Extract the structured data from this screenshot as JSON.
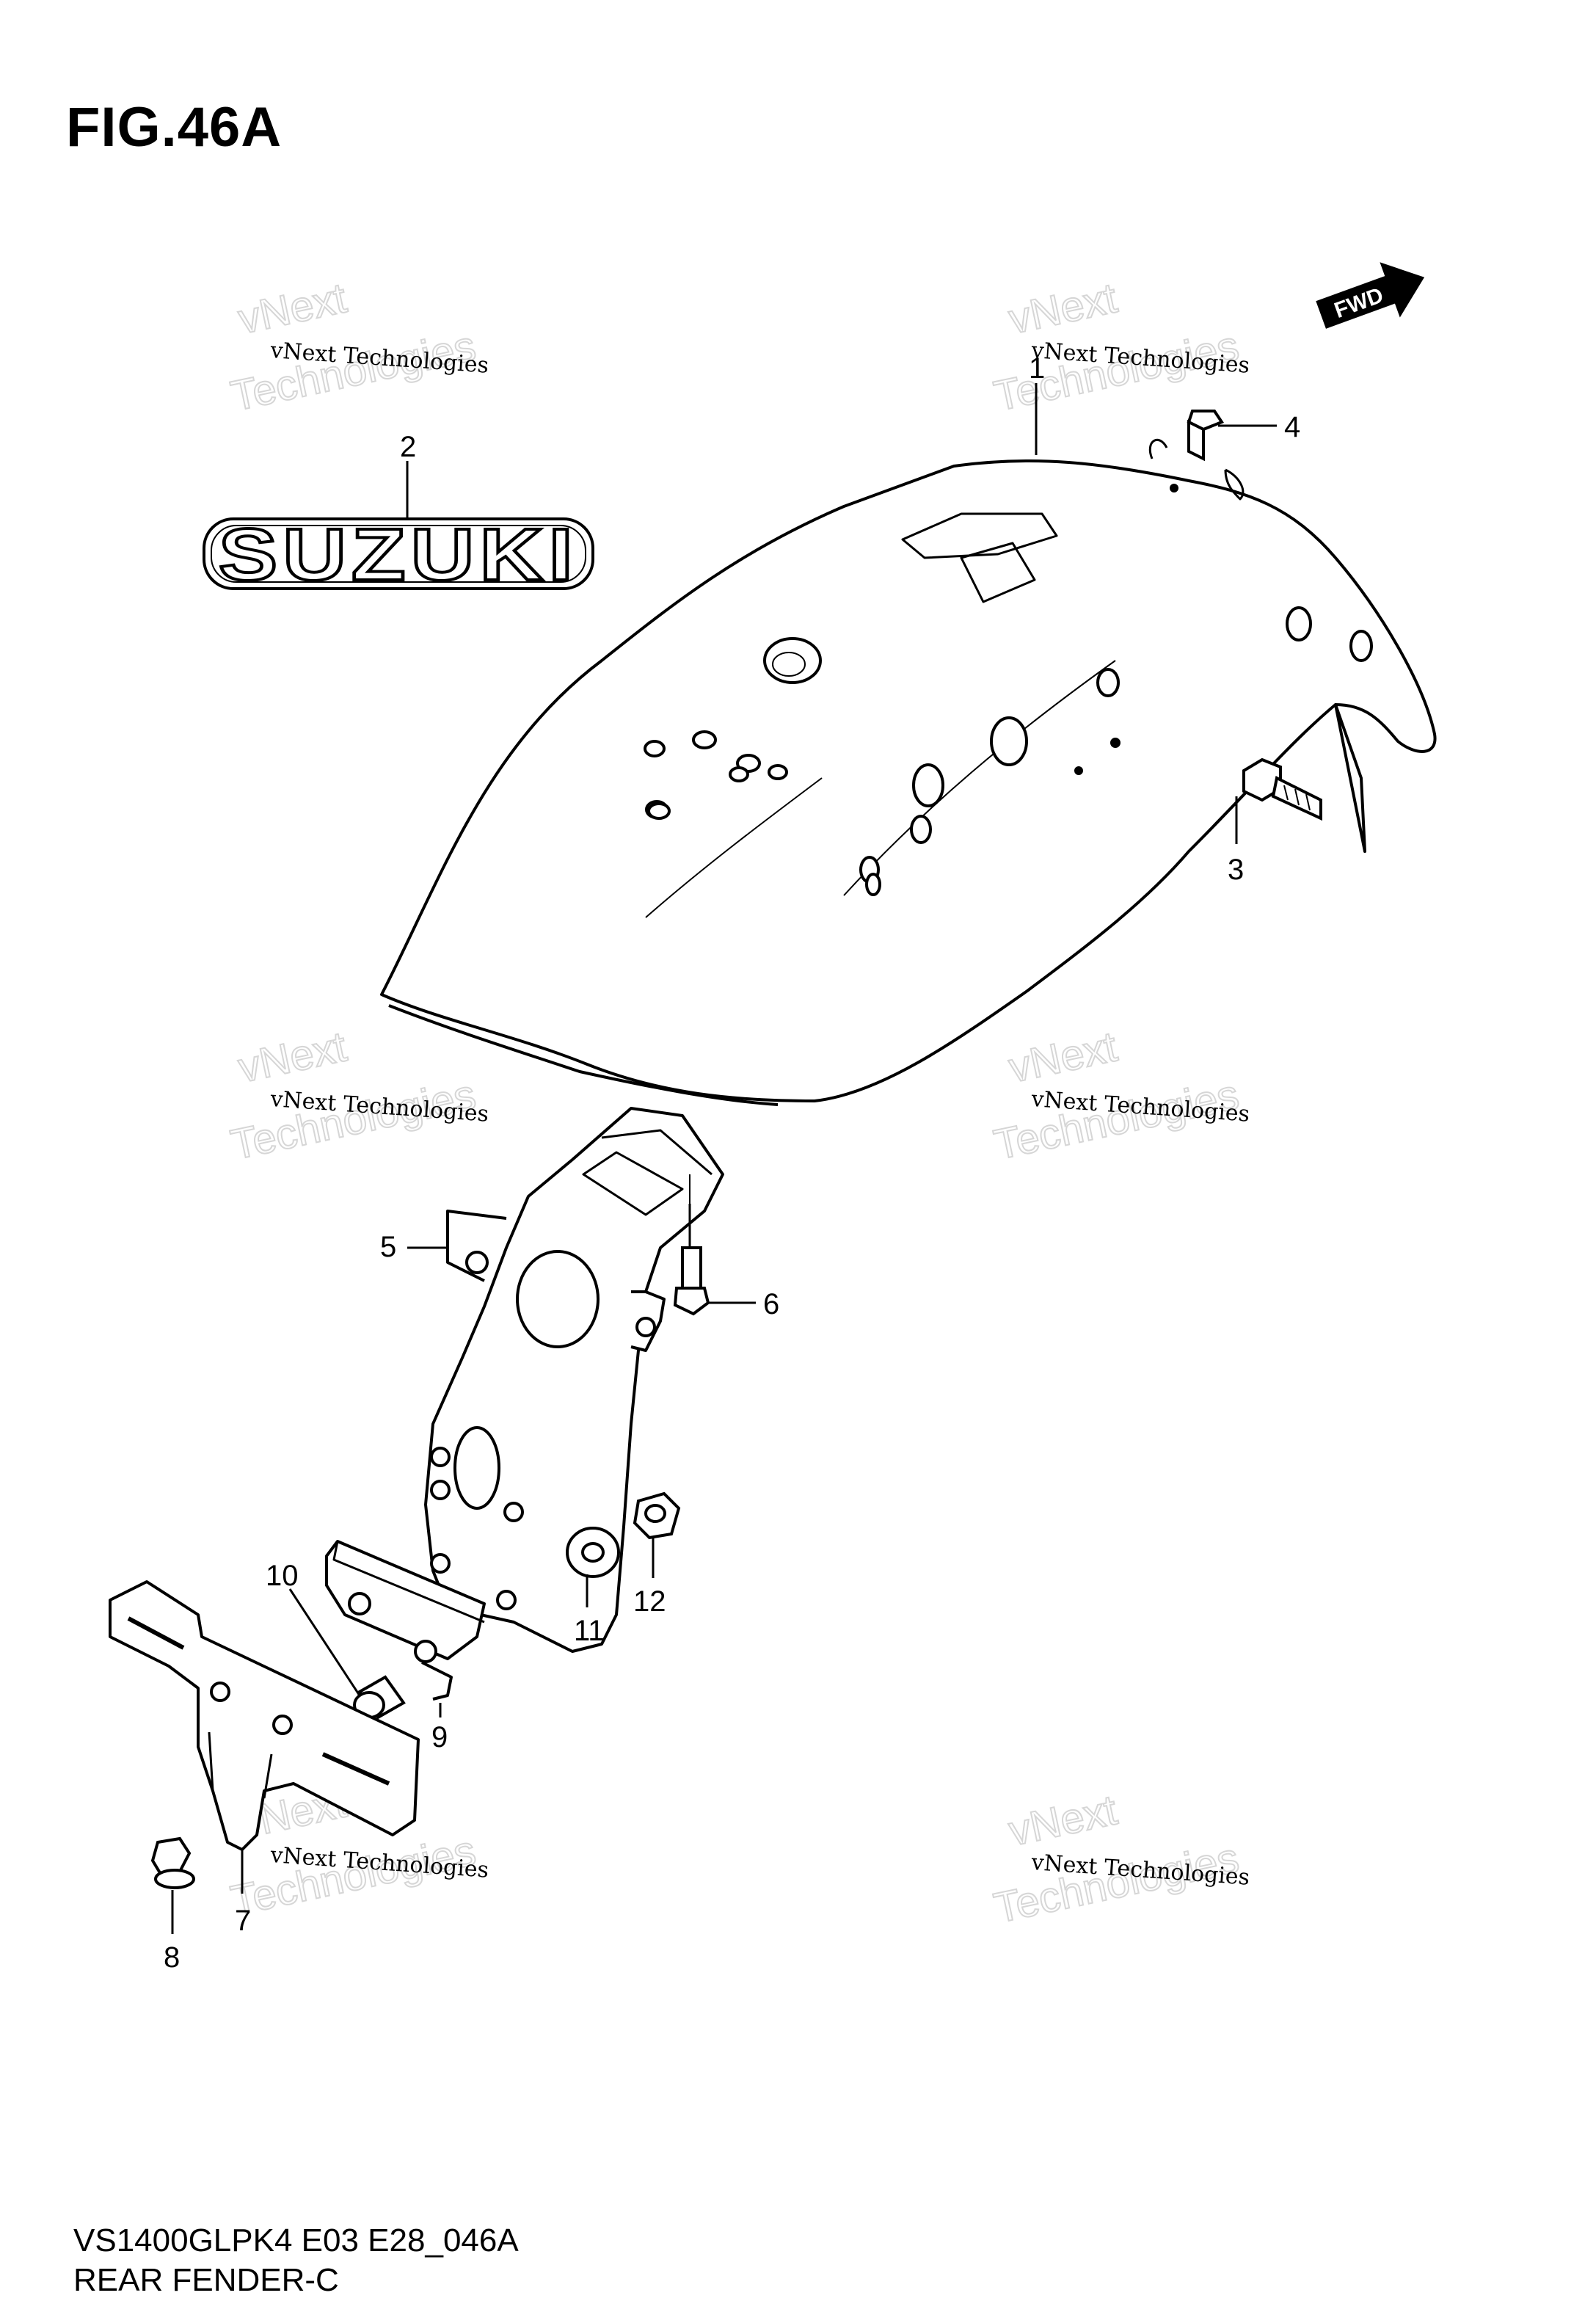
{
  "figure": {
    "title": "FIG.46A",
    "code": "VS1400GLPK4 E03 E28_046A",
    "name": "REAR FENDER-C"
  },
  "badges": {
    "fwd": "FWD",
    "emblem": "SUZUKI"
  },
  "watermark": {
    "line1": "vNext Technologies",
    "big_top": "vNext",
    "big_bottom": "Technologies"
  },
  "callouts": [
    "1",
    "2",
    "3",
    "4",
    "5",
    "6",
    "7",
    "8",
    "9",
    "10",
    "11",
    "12"
  ]
}
